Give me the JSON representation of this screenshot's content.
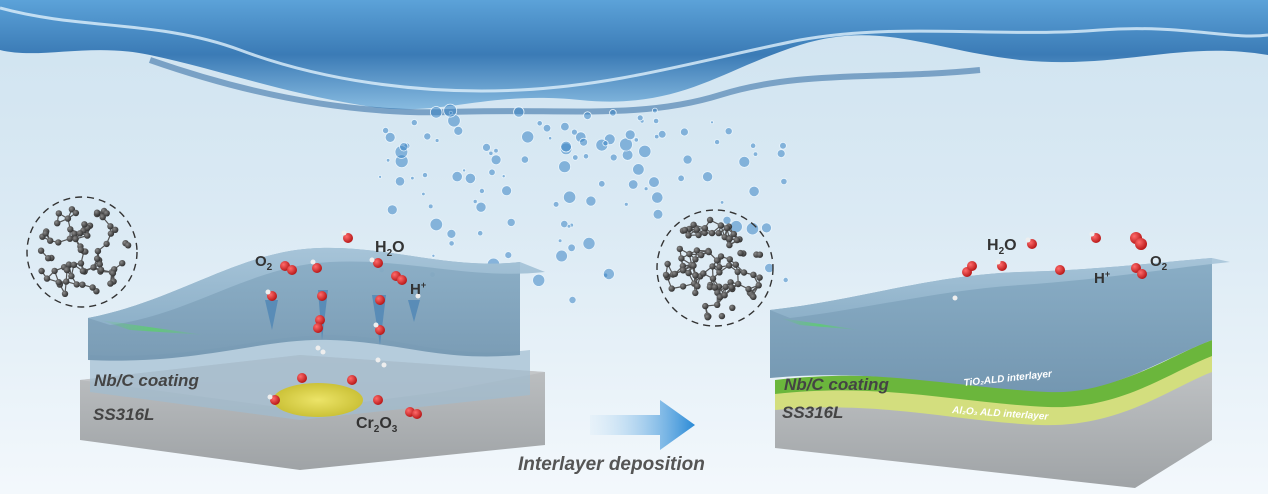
{
  "left_panel": {
    "coating_label": "Nb/C coating",
    "substrate_label": "SS316L",
    "oxide_label": "Cr",
    "oxide_sub_a": "2",
    "oxide_mid": "O",
    "oxide_sub_b": "3",
    "o2_main": "O",
    "o2_sub": "2",
    "h2o_main_a": "H",
    "h2o_sub": "2",
    "h2o_main_b": "O",
    "hplus_main": "H",
    "hplus_sup": "+"
  },
  "right_panel": {
    "coating_label": "Nb/C coating",
    "substrate_label": "SS316L",
    "tio2_label": "TiO₂ALD interlayer",
    "al2o3_label": "Al₂O₃ ALD interlayer",
    "o2_main": "O",
    "o2_sub": "2",
    "h2o_main_a": "H",
    "h2o_sub": "2",
    "h2o_main_b": "O",
    "hplus_main": "H",
    "hplus_sup": "+"
  },
  "arrow_caption": "Interlayer deposition",
  "colors": {
    "water_top": "#2f7fc0",
    "water_bottom": "#eef6fb",
    "coating": "#8fb3cc",
    "substrate": "#b5b8bb",
    "tio2": "#6fba3c",
    "al2o3": "#c8d873",
    "oxygen_atom": "#d32222",
    "hydrogen_atom": "#f4f4f4",
    "carbon_atom": "#4a4a4a",
    "arrow": "#2e8fd3",
    "oxide_blob": "#d9d24a"
  }
}
